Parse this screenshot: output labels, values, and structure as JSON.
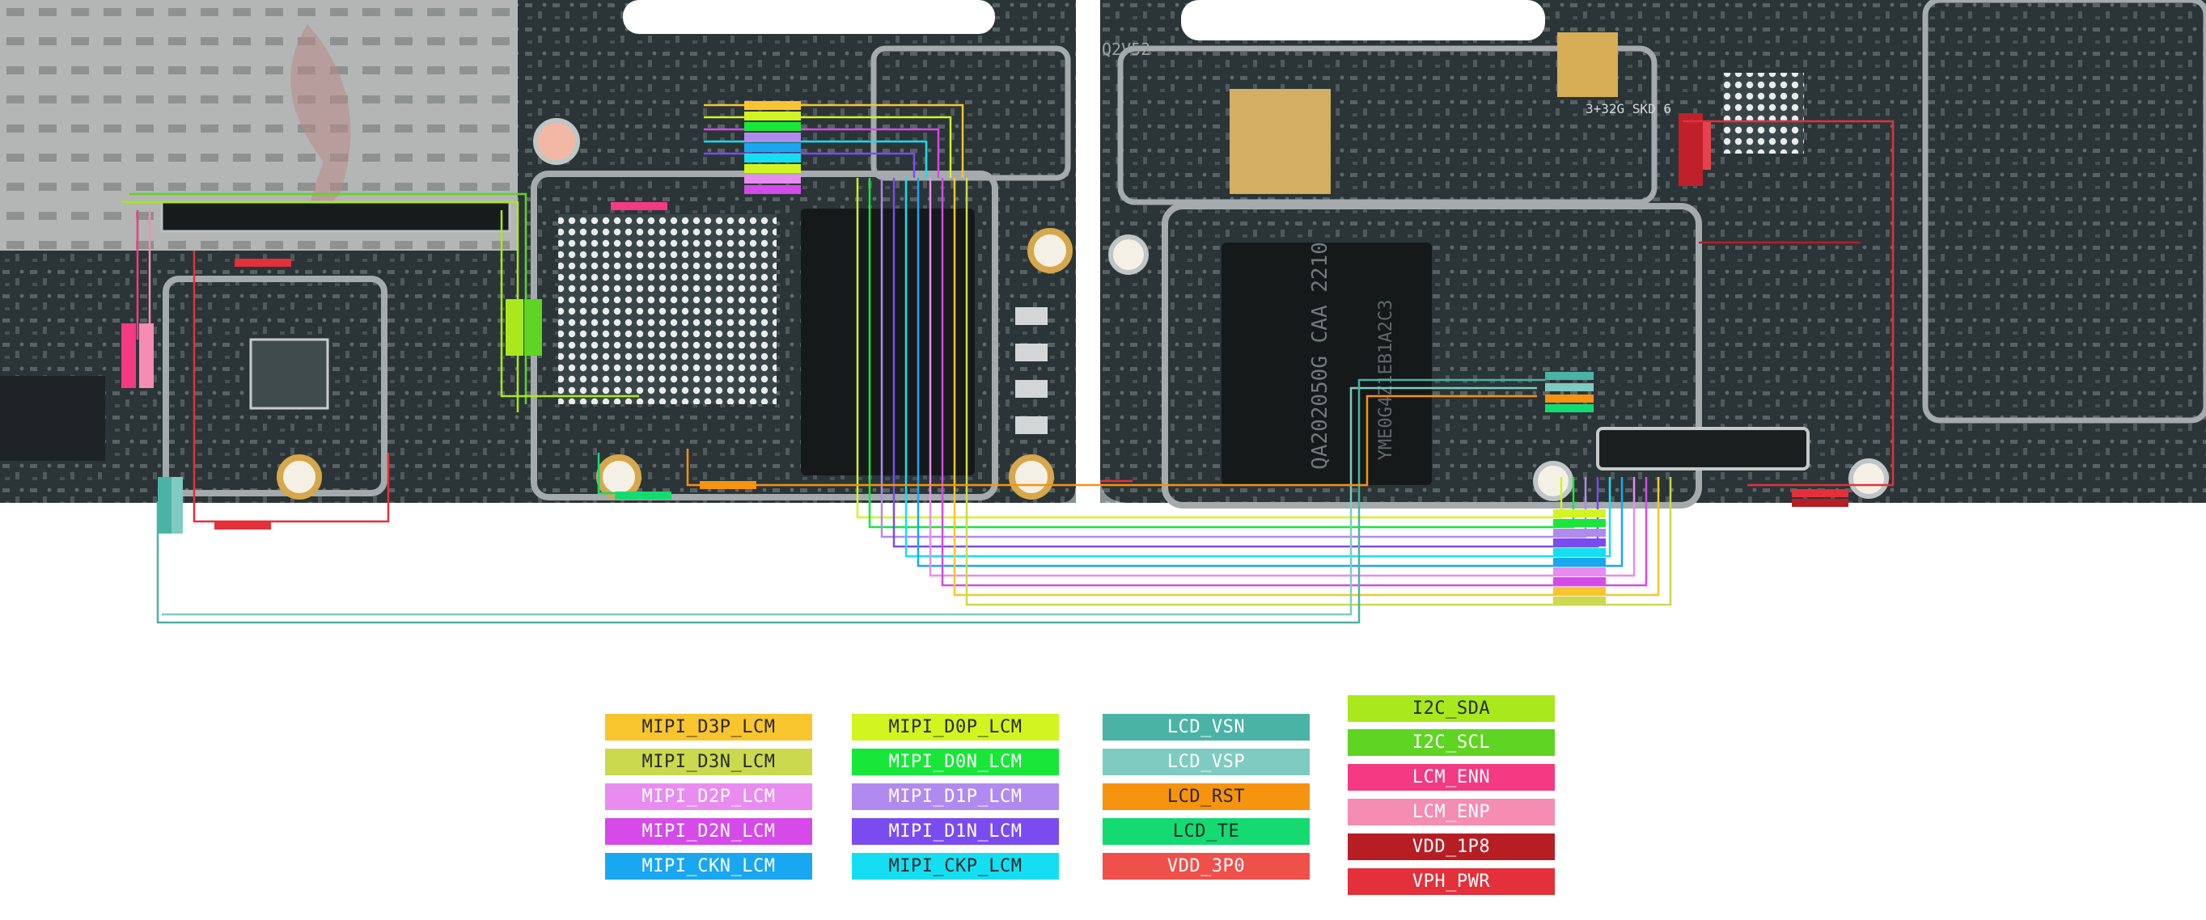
{
  "legend": {
    "col1": [
      {
        "label": "MIPI_D3P_LCM",
        "color": "#f9c52e",
        "dark": true
      },
      {
        "label": "MIPI_D3N_LCM",
        "color": "#cbd94e",
        "dark": true
      },
      {
        "label": "MIPI_D2P_LCM",
        "color": "#e88cf0",
        "dark": false
      },
      {
        "label": "MIPI_D2N_LCM",
        "color": "#d54ae8",
        "dark": false
      },
      {
        "label": "MIPI_CKN_LCM",
        "color": "#19a7f2",
        "dark": false
      }
    ],
    "col2": [
      {
        "label": "MIPI_D0P_LCM",
        "color": "#d2f521",
        "dark": true
      },
      {
        "label": "MIPI_D0N_LCM",
        "color": "#18e73a",
        "dark": false
      },
      {
        "label": "MIPI_D1P_LCM",
        "color": "#b18aef",
        "dark": false
      },
      {
        "label": "MIPI_D1N_LCM",
        "color": "#7a4cf0",
        "dark": false
      },
      {
        "label": "MIPI_CKP_LCM",
        "color": "#16def2",
        "dark": true
      }
    ],
    "col3": [
      {
        "label": "LCD_VSN",
        "color": "#4bb2a6",
        "dark": false
      },
      {
        "label": "LCD_VSP",
        "color": "#7fcbc1",
        "dark": false
      },
      {
        "label": "LCD_RST",
        "color": "#f6930f",
        "dark": true
      },
      {
        "label": "LCD_TE",
        "color": "#13db72",
        "dark": true
      },
      {
        "label": "VDD_3P0",
        "color": "#f0504a",
        "dark": false
      }
    ],
    "col4": [
      {
        "label": "I2C_SDA",
        "color": "#a9e81d",
        "dark": true
      },
      {
        "label": "I2C_SCL",
        "color": "#5fd422",
        "dark": false
      },
      {
        "label": "LCM_ENN",
        "color": "#f33a83",
        "dark": false
      },
      {
        "label": "LCM_ENP",
        "color": "#f58cb2",
        "dark": false
      },
      {
        "label": "VDD_1P8",
        "color": "#b71e24",
        "dark": false
      },
      {
        "label": "VPH_PWR",
        "color": "#e3303a",
        "dark": false
      }
    ]
  },
  "board": {
    "pcb_color": "#2b3537",
    "shield_color": "#a5abad",
    "chip_label": "QA202050G CAA 2210",
    "chip_sub": "YME0G4Z1EB1A2C3",
    "corner_label": "Q2V52",
    "corner_label2": "3+32G SKD 6"
  }
}
